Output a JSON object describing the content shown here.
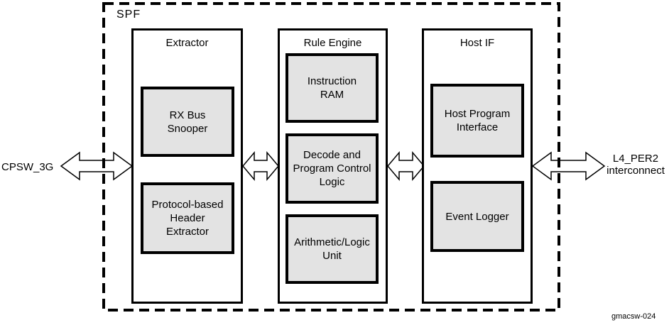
{
  "diagram": {
    "title": "SPF",
    "figure_id": "gmacsw-024",
    "left_interface": {
      "label": "CPSW_3G"
    },
    "right_interface": {
      "label": "L4_PER2\ninterconnect"
    },
    "blocks": [
      {
        "title": "Extractor",
        "modules": [
          {
            "label": "RX Bus\nSnooper"
          },
          {
            "label": "Protocol-based\nHeader\nExtractor"
          }
        ]
      },
      {
        "title": "Rule Engine",
        "modules": [
          {
            "label": "Instruction\nRAM"
          },
          {
            "label": "Decode and\nProgram Control\nLogic"
          },
          {
            "label": "Arithmetic/Logic\nUnit"
          }
        ]
      },
      {
        "title": "Host IF",
        "modules": [
          {
            "label": "Host Program\nInterface"
          },
          {
            "label": "Event Logger"
          }
        ]
      }
    ],
    "connections": [
      {
        "from": "CPSW_3G",
        "to": "Extractor",
        "type": "bidirectional"
      },
      {
        "from": "Extractor",
        "to": "Rule Engine",
        "type": "bidirectional"
      },
      {
        "from": "Rule Engine",
        "to": "Host IF",
        "type": "bidirectional"
      },
      {
        "from": "Host IF",
        "to": "L4_PER2 interconnect",
        "type": "bidirectional"
      }
    ],
    "colors": {
      "module_fill": "#e3e3e3",
      "line": "#000000",
      "background": "#ffffff"
    }
  }
}
